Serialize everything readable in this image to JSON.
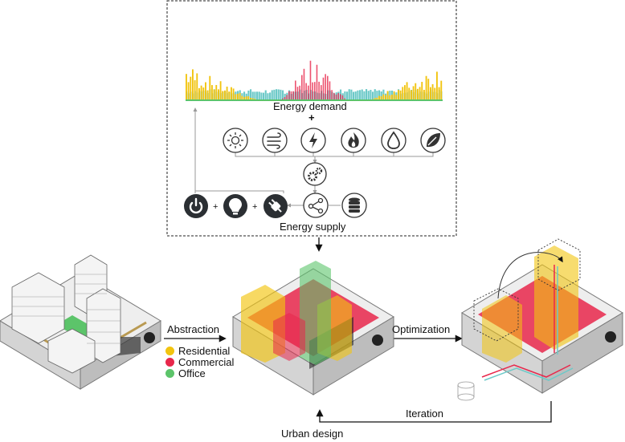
{
  "labels": {
    "energy_demand": "Energy demand",
    "energy_supply": "Energy supply",
    "abstraction": "Abstraction",
    "optimization": "Optimization",
    "iteration": "Iteration",
    "urban_design": "Urban design",
    "plus": "+"
  },
  "legend": [
    {
      "label": "Residential",
      "color": "#f2c40f"
    },
    {
      "label": "Commercial",
      "color": "#e8274b"
    },
    {
      "label": "Office",
      "color": "#5cc46a"
    }
  ],
  "colors": {
    "residential": "#f2c40f",
    "commercial": "#e8274b",
    "office": "#5cc46a",
    "base_load": "#6cc9c8",
    "icon_dark": "#2b2f33"
  },
  "resource_icons": [
    "sun-icon",
    "wind-icon",
    "lightning-icon",
    "fire-icon",
    "water-drop-icon",
    "leaf-icon"
  ],
  "conversion_icon": "gears-icon",
  "network_icon": "network-share-icon",
  "storage_icon": "database-icon",
  "end_use_icons": [
    "power-icon",
    "lightbulb-icon",
    "plug-icon"
  ]
}
